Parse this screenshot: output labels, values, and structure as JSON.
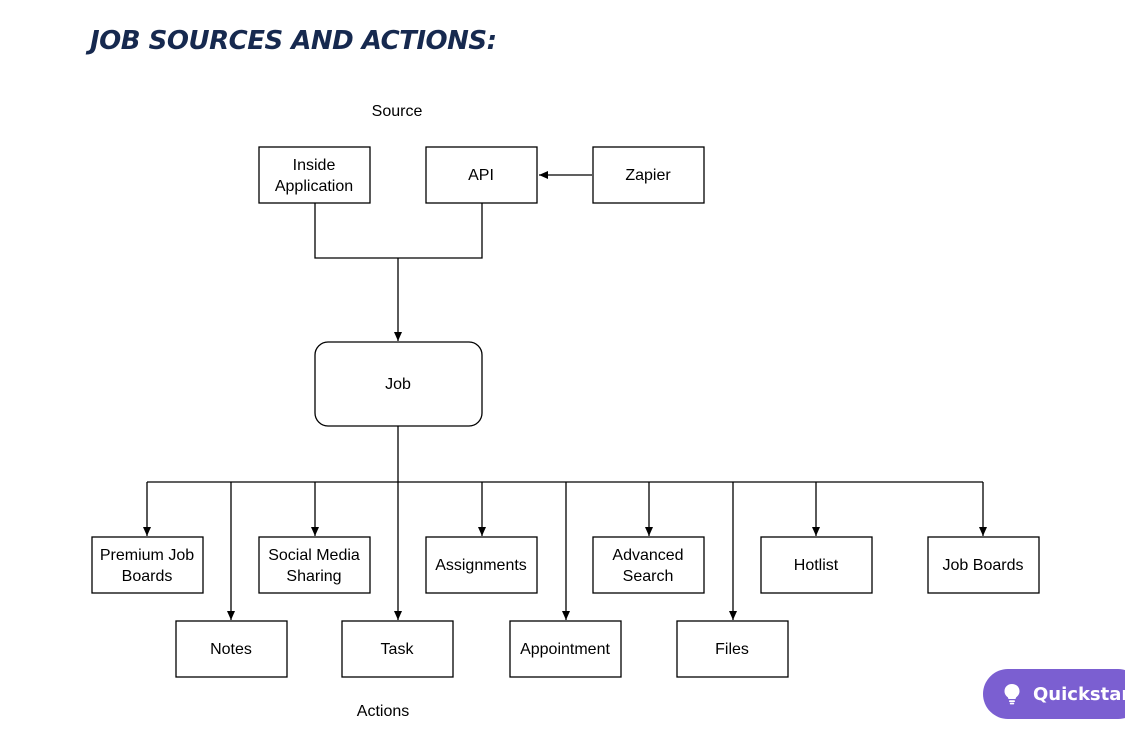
{
  "page": {
    "title": "JOB SOURCES AND ACTIONS:"
  },
  "diagram": {
    "source_caption": "Source",
    "actions_caption": "Actions",
    "sources": {
      "inside_application": [
        "Inside",
        "Application"
      ],
      "api": "API",
      "zapier": "Zapier"
    },
    "hub": "Job",
    "actions_top": {
      "premium_job_boards": [
        "Premium Job",
        "Boards"
      ],
      "social_media_sharing": [
        "Social Media",
        "Sharing"
      ],
      "assignments": "Assignments",
      "advanced_search": [
        "Advanced",
        "Search"
      ],
      "hotlist": "Hotlist",
      "job_boards": "Job Boards"
    },
    "actions_bottom": {
      "notes": "Notes",
      "task": "Task",
      "appointment": "Appointment",
      "files": "Files"
    }
  },
  "quickstart": {
    "label": "Quickstart",
    "icon": "lightbulb-icon",
    "color": "#7b5fd1"
  }
}
